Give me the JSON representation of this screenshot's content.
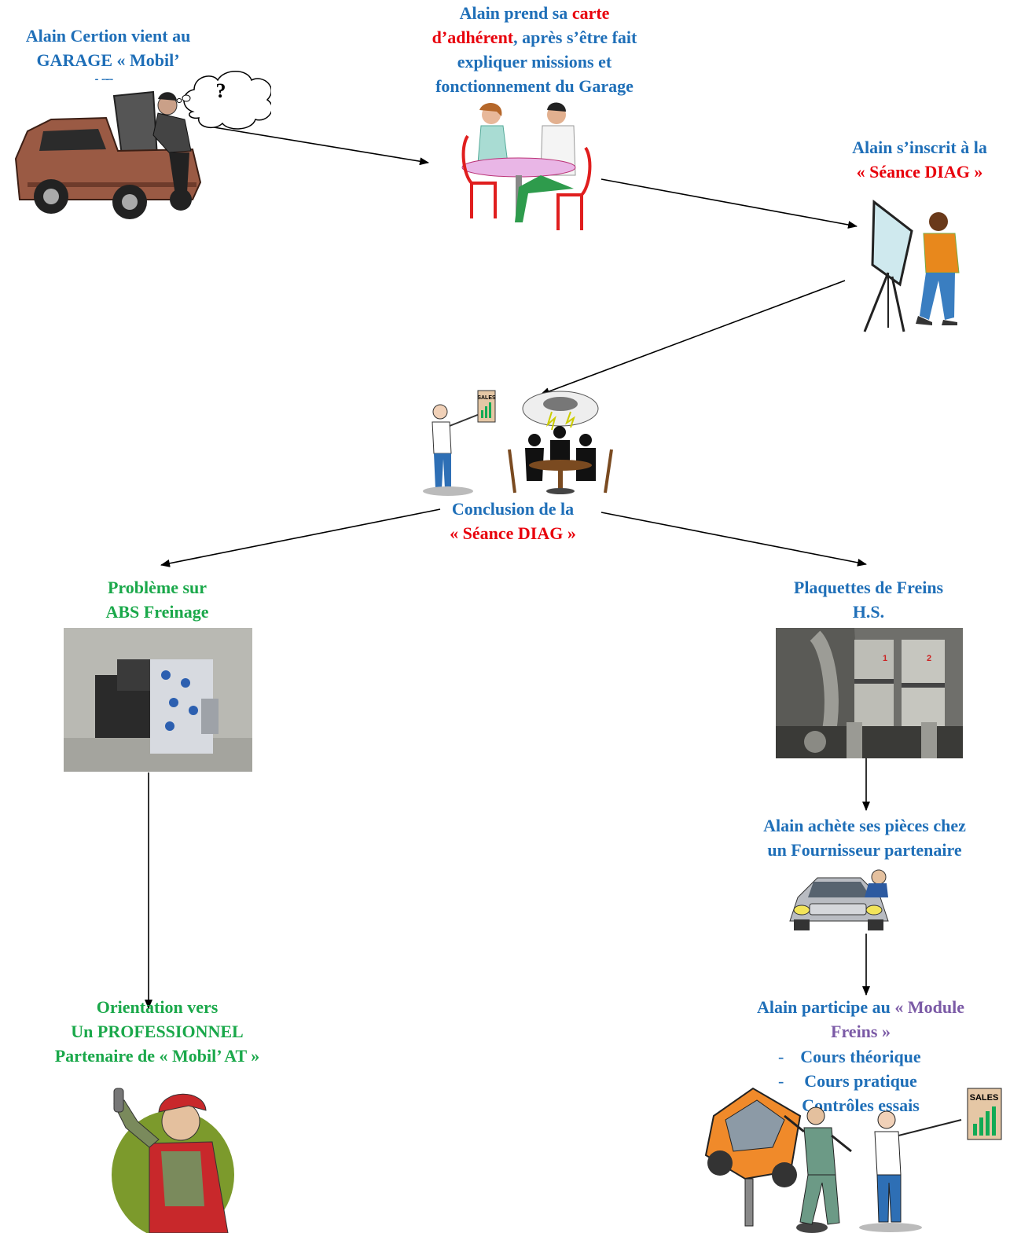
{
  "steps": {
    "arrive": {
      "line1": "Alain Certion  vient au",
      "line2": "GARAGE  «  Mobil’",
      "line3": "AT »",
      "bubble": "?"
    },
    "member": {
      "pre": "Alain prend sa ",
      "highlight1": "carte",
      "highlight2": "d’adhérent",
      "post": ", après s’être fait",
      "line3": "expliquer missions et",
      "line4": "fonctionnement du Garage"
    },
    "register": {
      "line1": "Alain s’inscrit à la",
      "line2": "«  Séance DIAG »"
    },
    "conclusion": {
      "line1": "Conclusion de la",
      "line2": "« Séance DIAG »",
      "chart_label": "SALES"
    },
    "abs": {
      "line1": "Problème sur",
      "line2": "ABS Freinage"
    },
    "pads": {
      "line1": "Plaquettes de Freins",
      "line2": "H.S.",
      "mark1": "1",
      "mark2": "2"
    },
    "supplier": {
      "line1": "Alain achète ses pièces chez",
      "line2": "un Fournisseur partenaire"
    },
    "pro": {
      "line1": "Orientation vers",
      "line2": "Un PROFESSIONNEL",
      "line3": "Partenaire de « Mobil’ AT »"
    },
    "module": {
      "pre": "Alain participe au ",
      "highlight1": "« Module",
      "highlight2": "Freins »",
      "bullets": [
        "Cours théorique",
        "Cours    pratique",
        "Contrôles  essais"
      ],
      "dash": "-",
      "chart_label": "SALES"
    }
  },
  "colors": {
    "blue": "#1f6fb8",
    "red": "#e8000b",
    "green": "#1aa84a",
    "purple": "#7b5aa6"
  }
}
